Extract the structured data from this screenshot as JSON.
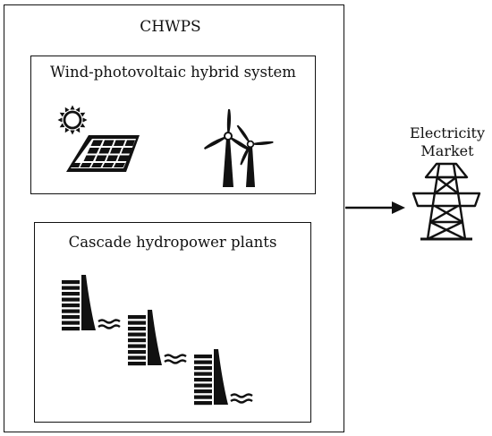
{
  "diagram": {
    "outer_title": "CHWPS",
    "wind_pv_title": "Wind-photovoltaic hybrid system",
    "hydro_title": "Cascade hydropower plants",
    "market_label": "Electricity Market"
  },
  "icons": [
    "sun-icon",
    "solar-panel-icon",
    "wind-turbine-icon",
    "hydropower-dam-icon",
    "transmission-tower-icon"
  ],
  "colors": {
    "line": "#111111",
    "background": "#ffffff"
  }
}
